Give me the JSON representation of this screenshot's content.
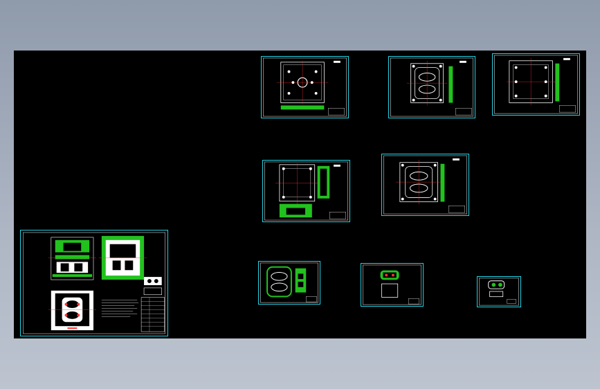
{
  "app": {
    "title": "",
    "background": "#9aa4b4"
  },
  "canvas": {
    "background": "#000000",
    "frame_color": "#22d3e6"
  },
  "colors": {
    "cyan": "#22d3e6",
    "green": "#22c21e",
    "red": "#ff3030",
    "white": "#ffffff",
    "yellow": "#f2e21a"
  },
  "sheets": [
    {
      "kind": "assembly"
    },
    {
      "kind": "plate-round"
    },
    {
      "kind": "plate-cavity"
    },
    {
      "kind": "plate-grid"
    },
    {
      "kind": "plate-side"
    },
    {
      "kind": "plate-cavity-2"
    },
    {
      "kind": "part-a"
    },
    {
      "kind": "part-b"
    },
    {
      "kind": "part-c"
    }
  ]
}
